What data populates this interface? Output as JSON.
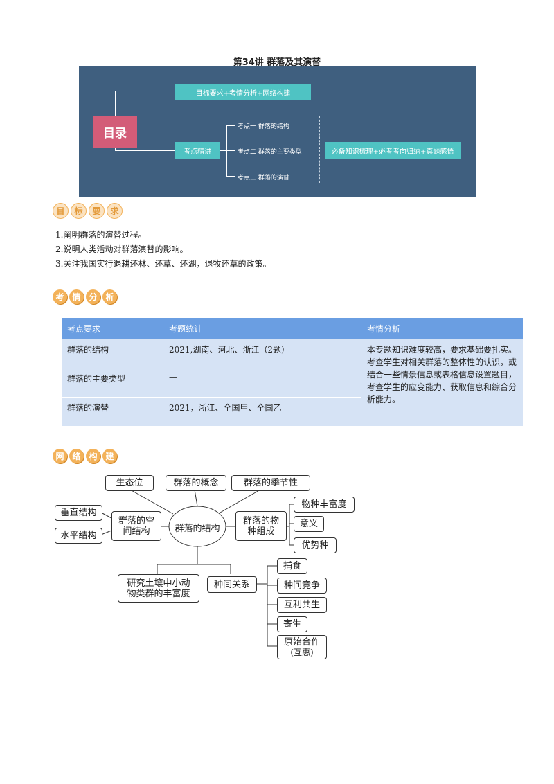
{
  "doc": {
    "title": "第34讲  群落及其演替"
  },
  "banner": {
    "mulu": "目录",
    "top_box": "目标要求+考情分析+网络构建",
    "mid_box": "考点精讲",
    "points": [
      "考点一 群落的结构",
      "考点二 群落的主要类型",
      "考点三 群落的演替"
    ],
    "right_box": "必备知识梳理+必考考向归纳+真题感悟"
  },
  "sections": {
    "goal": {
      "chars": [
        "目",
        "标",
        "要",
        "求"
      ]
    },
    "analysis": {
      "chars": [
        "考",
        "情",
        "分",
        "析"
      ]
    },
    "network": {
      "chars": [
        "网",
        "络",
        "构",
        "建"
      ]
    }
  },
  "goals": [
    "1.阐明群落的演替过程。",
    "2.说明人类活动对群落演替的影响。",
    "3.关注我国实行退耕还林、还草、还湖，退牧还草的政策。"
  ],
  "table": {
    "headers": [
      "考点要求",
      "考题统计",
      "考情分析"
    ],
    "rows": [
      {
        "req": "群落的结构",
        "stat": "2021,湖南、河北、浙江（2题）"
      },
      {
        "req": "群落的主要类型",
        "stat": "—"
      },
      {
        "req": "群落的演替",
        "stat": "2021，浙江、全国甲、全国乙"
      }
    ],
    "analysis": "本专题知识难度较高，要求基础要扎实。考查学生对相关群落的整体性的认识，或结合一些情景信息或表格信息设置题目，考查学生的应变能力、获取信息和综合分析能力。"
  },
  "map": {
    "center": "群落的结构",
    "shengtaiwei": "生态位",
    "gainian": "群落的概念",
    "jijiexing": "群落的季节性",
    "kongjian": [
      "群落的空",
      "间结构"
    ],
    "chuizhi": "垂直结构",
    "shuiping": "水平结构",
    "wuzhong": [
      "群落的物",
      "种组成"
    ],
    "fengfudu": "物种丰富度",
    "yiyi": "意义",
    "youshi": "优势种",
    "yanjiu": [
      "研究土壤中小动",
      "物类群的丰富度"
    ],
    "zhongjian": "种间关系",
    "relations": [
      "捕食",
      "种间竞争",
      "互利共生",
      "寄生"
    ],
    "yuanshi": [
      "原始合作",
      "(互惠)"
    ]
  }
}
